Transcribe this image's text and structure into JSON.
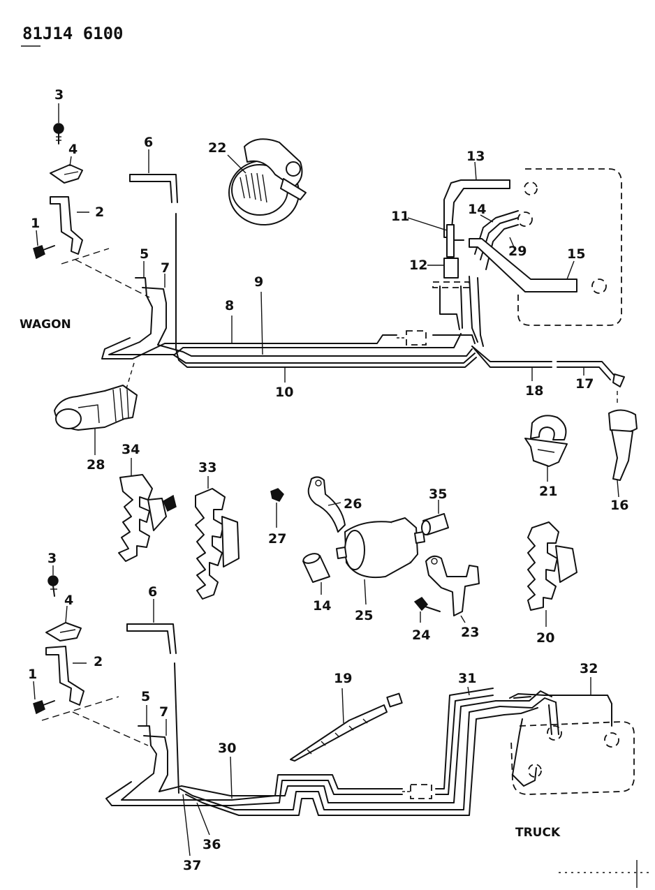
{
  "header": {
    "code": "81J14 6100"
  },
  "sections": {
    "wagon": "WAGON",
    "truck": "TRUCK"
  },
  "labels": {
    "w1": "1",
    "w2": "2",
    "w3": "3",
    "w4": "4",
    "w5": "5",
    "w6": "6",
    "w7": "7",
    "w8": "8",
    "w9": "9",
    "w10": "10",
    "w11": "11",
    "w12": "12",
    "w13": "13",
    "w14": "14",
    "w15": "15",
    "w16": "16",
    "w17": "17",
    "w18": "18",
    "w21": "21",
    "w22": "22",
    "w28": "28",
    "w29": "29",
    "m14": "14",
    "m20": "20",
    "m23": "23",
    "m24": "24",
    "m25": "25",
    "m26": "26",
    "m27": "27",
    "m33": "33",
    "m34": "34",
    "m35": "35",
    "t1": "1",
    "t2": "2",
    "t3": "3",
    "t4": "4",
    "t5": "5",
    "t6": "6",
    "t7": "7",
    "t19": "19",
    "t30": "30",
    "t31": "31",
    "t32": "32",
    "t36": "36",
    "t37": "37"
  }
}
